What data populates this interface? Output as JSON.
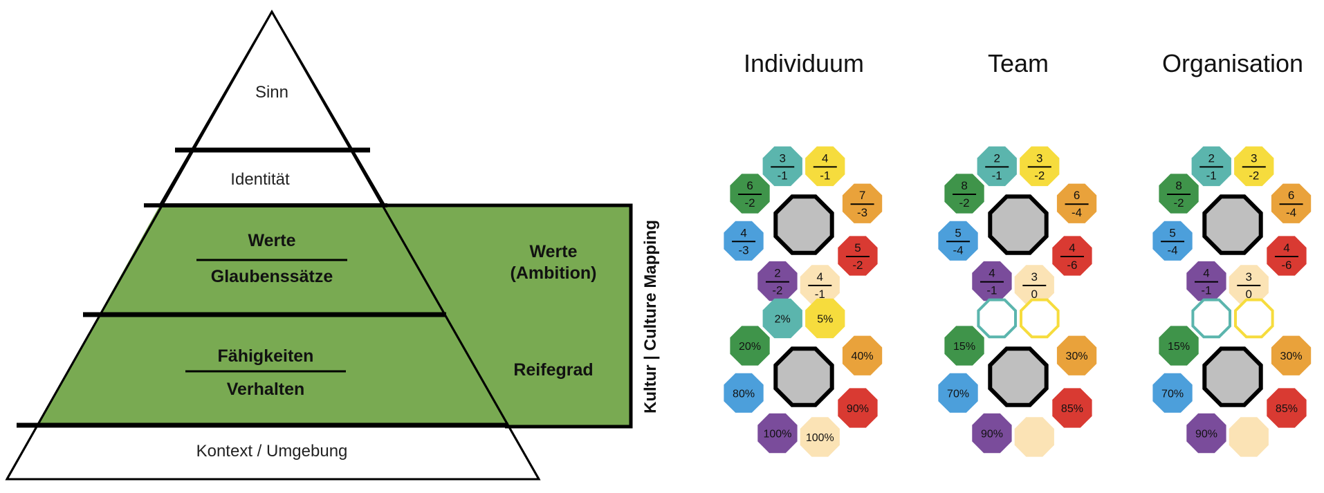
{
  "pyramid": {
    "levels": {
      "sinn": "Sinn",
      "identitaet": "Identität",
      "werte": "Werte",
      "glaubenssaetze": "Glaubenssätze",
      "faehigkeiten": "Fähigkeiten",
      "verhalten": "Verhalten",
      "kontext": "Kontext / Umgebung"
    },
    "side_labels": {
      "werte_line1": "Werte",
      "werte_line2": "(Ambition)",
      "reifegrad": "Reifegrad",
      "vertical": "Kultur | Culture Mapping"
    },
    "colors": {
      "green": "#79aa52",
      "stroke": "#000000",
      "fill": "#ffffff"
    }
  },
  "color_scheme": {
    "center": "#bfbfbf",
    "teal": "#5bb5ad",
    "yellow": "#f6dc3d",
    "orange": "#e9a23b",
    "red": "#d93a32",
    "blue": "#4c9fdb",
    "purple": "#7a4c9b",
    "cream": "#fbe3b5",
    "green": "#3f944a"
  },
  "columns": [
    {
      "title": "Individuum",
      "values": {
        "teal": [
          "3",
          "-1"
        ],
        "yellow": [
          "4",
          "-1"
        ],
        "orange": [
          "7",
          "-3"
        ],
        "red": [
          "5",
          "-2"
        ],
        "cream": [
          "4",
          "-1"
        ],
        "purple": [
          "2",
          "-2"
        ],
        "blue": [
          "4",
          "-3"
        ],
        "green": [
          "6",
          "-2"
        ]
      },
      "maturity": {
        "teal": "2%",
        "yellow": "5%",
        "orange": "40%",
        "red": "90%",
        "cream": "100%",
        "purple": "100%",
        "blue": "80%",
        "green": "20%"
      },
      "maturity_outline": []
    },
    {
      "title": "Team",
      "values": {
        "teal": [
          "2",
          "-1"
        ],
        "yellow": [
          "3",
          "-2"
        ],
        "orange": [
          "6",
          "-4"
        ],
        "red": [
          "4",
          "-6"
        ],
        "cream": [
          "3",
          "0"
        ],
        "purple": [
          "4",
          "-1"
        ],
        "blue": [
          "5",
          "-4"
        ],
        "green": [
          "8",
          "-2"
        ]
      },
      "maturity": {
        "teal": "",
        "yellow": "",
        "orange": "30%",
        "red": "85%",
        "cream": "",
        "purple": "90%",
        "blue": "70%",
        "green": "15%"
      },
      "maturity_outline": [
        "teal",
        "yellow"
      ]
    },
    {
      "title": "Organisation",
      "values": {
        "teal": [
          "2",
          "-1"
        ],
        "yellow": [
          "3",
          "-2"
        ],
        "orange": [
          "6",
          "-4"
        ],
        "red": [
          "4",
          "-6"
        ],
        "cream": [
          "3",
          "0"
        ],
        "purple": [
          "4",
          "-1"
        ],
        "blue": [
          "5",
          "-4"
        ],
        "green": [
          "8",
          "-2"
        ]
      },
      "maturity": {
        "teal": "",
        "yellow": "",
        "orange": "30%",
        "red": "85%",
        "cream": "",
        "purple": "90%",
        "blue": "70%",
        "green": "15%"
      },
      "maturity_outline": [
        "teal",
        "yellow"
      ]
    }
  ]
}
